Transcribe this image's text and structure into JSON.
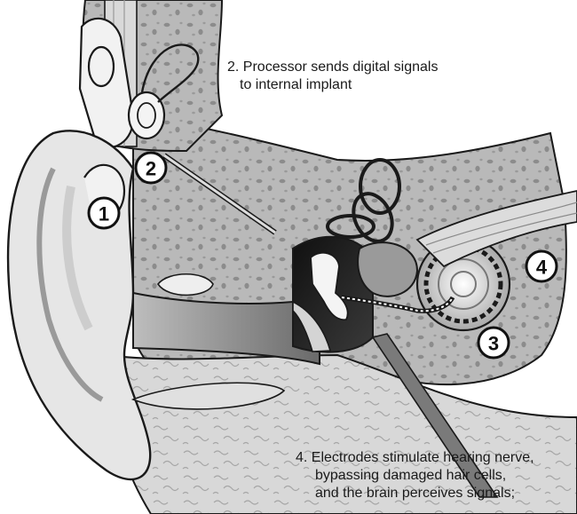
{
  "captions": {
    "step2": {
      "line1": "2. Processor sends digital signals",
      "line2": "to internal implant"
    },
    "step4": {
      "line1": "4. Electrodes stimulate hearing nerve,",
      "line2": "bypassing damaged hair cells,",
      "line3": "and the brain perceives signals;"
    }
  },
  "markers": {
    "m1": "1",
    "m2": "2",
    "m3": "3",
    "m4": "4"
  },
  "colors": {
    "outline": "#1a1a1a",
    "bone": "#b9b9b9",
    "skin": "#e6e6e6",
    "cavity": "#1c1c1c",
    "marker_fill": "#ffffff"
  }
}
